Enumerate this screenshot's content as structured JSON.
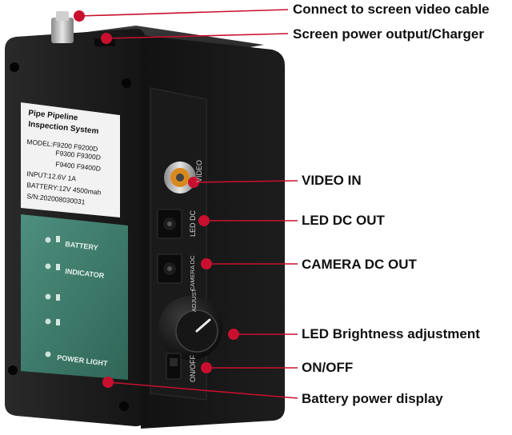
{
  "callouts": {
    "video_cable": "Connect to screen video cable",
    "power_output": "Screen power output/Charger",
    "video_in": "VIDEO IN",
    "led_dc_out": "LED DC OUT",
    "camera_dc_out": "CAMERA DC OUT",
    "led_brightness": "LED Brightness adjustment",
    "on_off": "ON/OFF",
    "battery_display": "Battery power display"
  },
  "sticker": {
    "title_line1": "Pipe Pipeline",
    "title_line2": "Inspection System",
    "model_line1": "MODEL:F9200  F9200D",
    "model_line2": "F9300  F9300D",
    "model_line3": "F9400  F9400D",
    "input": "INPUT:12.6V 1A",
    "battery": "BATTERY:12V 4500mah",
    "serial": "S/N:202008030031"
  },
  "panel": {
    "battery": "BATTERY",
    "indicator": "INDICATOR",
    "power_light": "POWER LIGHT"
  },
  "side_labels": {
    "video": "VIDEO",
    "led_dc": "LED DC",
    "camera_dc": "CAMERA DC",
    "adjust": "ADJUST",
    "on_off": "ON/OFF"
  },
  "colors": {
    "callout_line": "#c8102e",
    "box_body": "#1a1a1a",
    "panel_green": "#3f7d6e"
  }
}
